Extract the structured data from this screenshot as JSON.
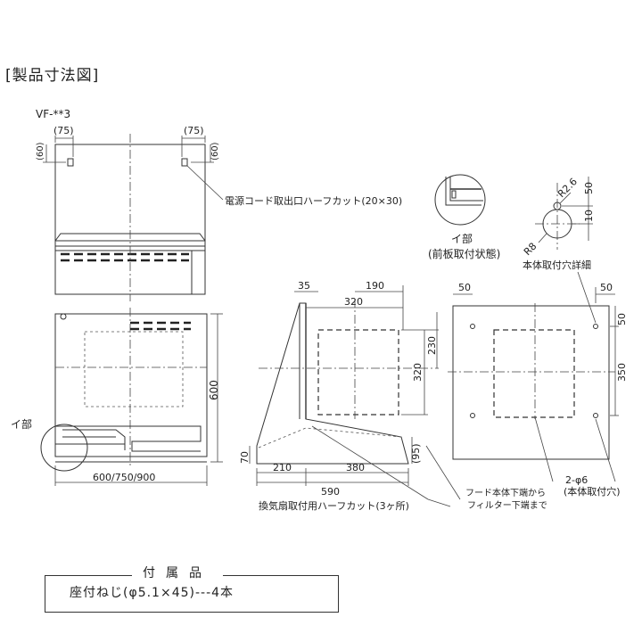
{
  "title": "[製品寸法図]",
  "model": "VF-**3",
  "front_view": {
    "dim_75_left": "(75)",
    "dim_75_right": "(75)",
    "dim_60_left": "(60)",
    "dim_60_right": "(60)",
    "cord_note": "電源コード取出口ハーフカット(20×30)"
  },
  "side_view": {
    "height_600": "600",
    "width_label": "600/750/900",
    "section_label": "イ部"
  },
  "detail_i": {
    "caption_1": "イ部",
    "caption_2": "(前板取付状態)"
  },
  "mount_hole_detail": {
    "r": "R2.6",
    "r8": "R8",
    "d50": "50",
    "d10": "10",
    "caption": "本体取付穴詳細"
  },
  "section_view": {
    "d35": "35",
    "d190": "190",
    "d320_top": "320",
    "d230": "230",
    "d320_v": "320",
    "d70": "70",
    "d95": "(95)",
    "d210": "210",
    "d380": "380",
    "d590": "590",
    "fan_note": "換気扇取付用ハーフカット(3ヶ所)",
    "hood_note_1": "フード本体下端から",
    "hood_note_2": "フィルター下端まで"
  },
  "top_view": {
    "d50_left": "50",
    "d50_right_top": "50",
    "d50_right_v": "50",
    "d350": "350",
    "hole_label": "2-φ6",
    "hole_caption": "(本体取付穴)"
  },
  "accessories": {
    "title": "付属品",
    "item": "座付ねじ(φ5.1×45)---4本"
  }
}
